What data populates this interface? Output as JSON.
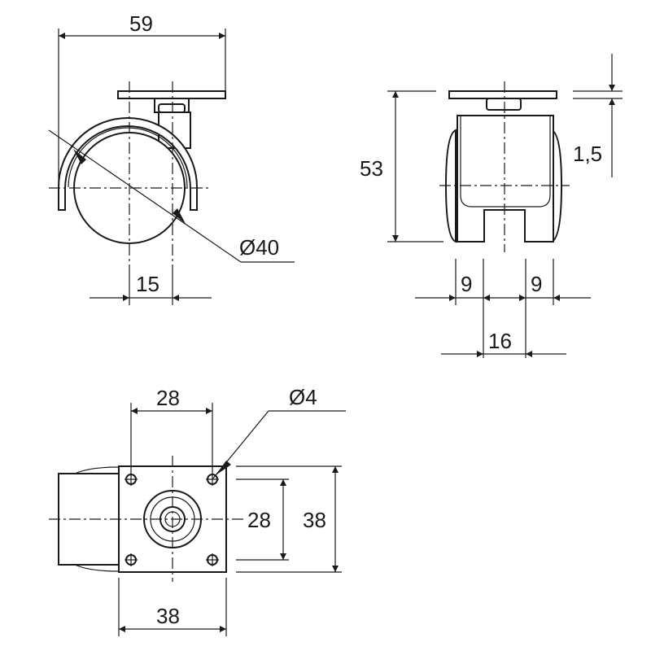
{
  "dimensions": {
    "side_view": {
      "overall_width": "59",
      "wheel_diameter": "Ø40",
      "offset": "15"
    },
    "front_view": {
      "height": "53",
      "plate_thickness": "1,5",
      "wheel_width_left": "9",
      "wheel_width_right": "9",
      "gap": "16"
    },
    "top_view": {
      "hole_spacing_x": "28",
      "hole_diameter": "Ø4",
      "hole_spacing_y": "28",
      "plate_height": "38",
      "plate_width": "38"
    }
  },
  "colors": {
    "line": "#1a1a1a",
    "background": "#ffffff"
  }
}
